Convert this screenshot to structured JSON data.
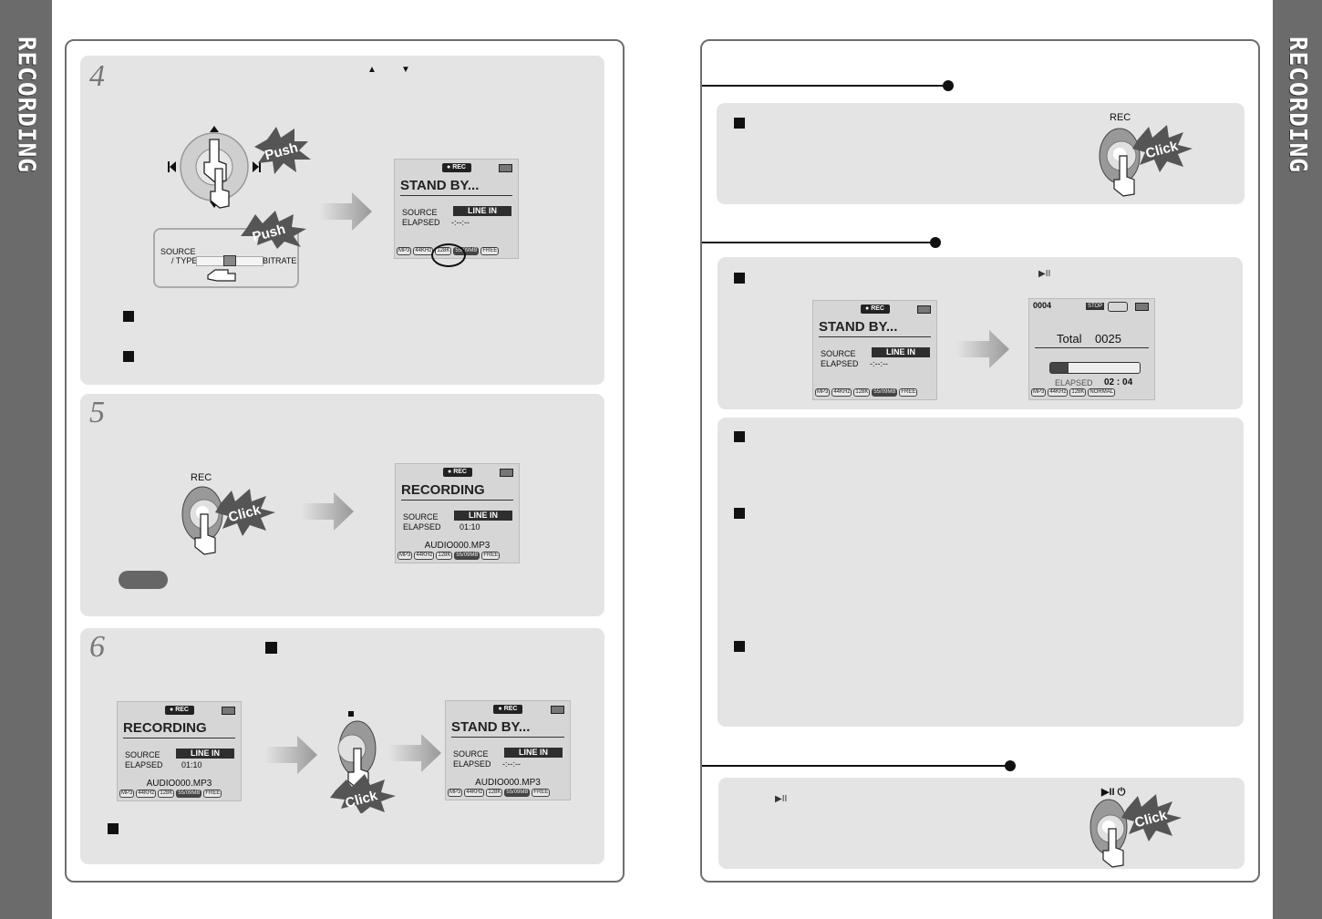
{
  "sidebar": {
    "label": "RECORDING"
  },
  "left": {
    "step4": {
      "number": "4",
      "arrow_up_glyph": "▲",
      "arrow_down_glyph": "▼",
      "push1": "Push",
      "push2": "Push",
      "slider_source_type": "SOURCE\n/ TYPE",
      "slider_source": "SOURCE",
      "slider_type": "/ TYPE",
      "slider_bitrate": "BITRATE",
      "lcd": {
        "rec": "● REC",
        "title": "STAND BY...",
        "source_label": "SOURCE",
        "source_value": "LINE IN",
        "elapsed_label": "ELAPSED",
        "elapsed_value": "-:--:--",
        "chips": [
          "MP3",
          "44KHz",
          "128K",
          "55/09MB",
          "FREE"
        ]
      }
    },
    "step5": {
      "number": "5",
      "rec_label": "REC",
      "click": "Click",
      "lcd": {
        "rec": "● REC",
        "title": "RECORDING",
        "source_label": "SOURCE",
        "source_value": "LINE IN",
        "elapsed_label": "ELAPSED",
        "elapsed_value": "01:10",
        "filename": "AUDIO000.MP3",
        "chips": [
          "MP3",
          "44KHz",
          "128K",
          "55/09MB",
          "FREE"
        ]
      }
    },
    "step6": {
      "number": "6",
      "click": "Click",
      "lcd_left": {
        "rec": "● REC",
        "title": "RECORDING",
        "source_label": "SOURCE",
        "source_value": "LINE IN",
        "elapsed_label": "ELAPSED",
        "elapsed_value": "01:10",
        "filename": "AUDIO000.MP3",
        "chips": [
          "MP3",
          "44KHz",
          "128K",
          "55/09MB",
          "FREE"
        ]
      },
      "lcd_right": {
        "rec": "● REC",
        "title": "STAND BY...",
        "source_label": "SOURCE",
        "source_value": "LINE IN",
        "elapsed_label": "ELAPSED",
        "elapsed_value": "-:--:--",
        "filename": "AUDIO000.MP3",
        "chips": [
          "MP3",
          "44KHz",
          "128K",
          "55/09MB",
          "FREE"
        ]
      }
    }
  },
  "right": {
    "sec1": {
      "rec_label": "REC",
      "click": "Click"
    },
    "sec2": {
      "play_glyph": "▶II",
      "lcd_left": {
        "rec": "● REC",
        "title": "STAND BY...",
        "source_label": "SOURCE",
        "source_value": "LINE IN",
        "elapsed_label": "ELAPSED",
        "elapsed_value": "-:--:--",
        "chips": [
          "MP3",
          "44KHz",
          "128K",
          "55/09MB",
          "FREE"
        ]
      },
      "lcd_right": {
        "track": "0004",
        "stop": "STOP",
        "total_label": "Total",
        "total_value": "0025",
        "elapsed_label": "ELAPSED",
        "elapsed_value": "02 : 04",
        "progress": 0.2,
        "chips": [
          "MP3",
          "44KHz",
          "128K",
          "NORMAL"
        ]
      }
    },
    "sec3": {
      "play_glyph": "▶II",
      "power_glyph": "▶II ⏻",
      "click": "Click"
    }
  }
}
